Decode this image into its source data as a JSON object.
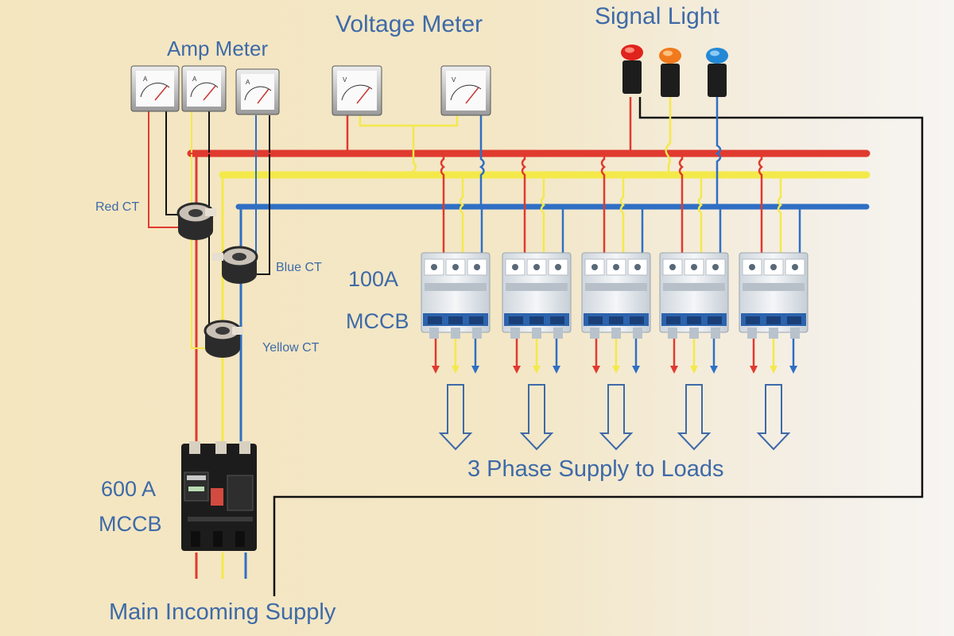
{
  "labels": {
    "amp_meter": "Amp Meter",
    "voltage_meter": "Voltage Meter",
    "signal_light": "Signal Light",
    "red_ct": "Red CT",
    "blue_ct": "Blue CT",
    "yellow_ct": "Yellow CT",
    "mccb_100_rating": "100A",
    "mccb_100_type": "MCCB",
    "mccb_600_rating": "600 A",
    "mccb_600_type": "MCCB",
    "loads": "3 Phase Supply to Loads",
    "incoming": "Main Incoming Supply"
  },
  "meter_faces": {
    "amp": "A",
    "volt": "V"
  },
  "colors": {
    "red_phase": "#e03a2f",
    "yellow_phase": "#f4e94a",
    "blue_phase": "#2f6fc4",
    "neutral": "#111111",
    "label": "#3e6aa8",
    "background": "#f4e6bf"
  },
  "icons": [
    "arrow-down-icon"
  ]
}
